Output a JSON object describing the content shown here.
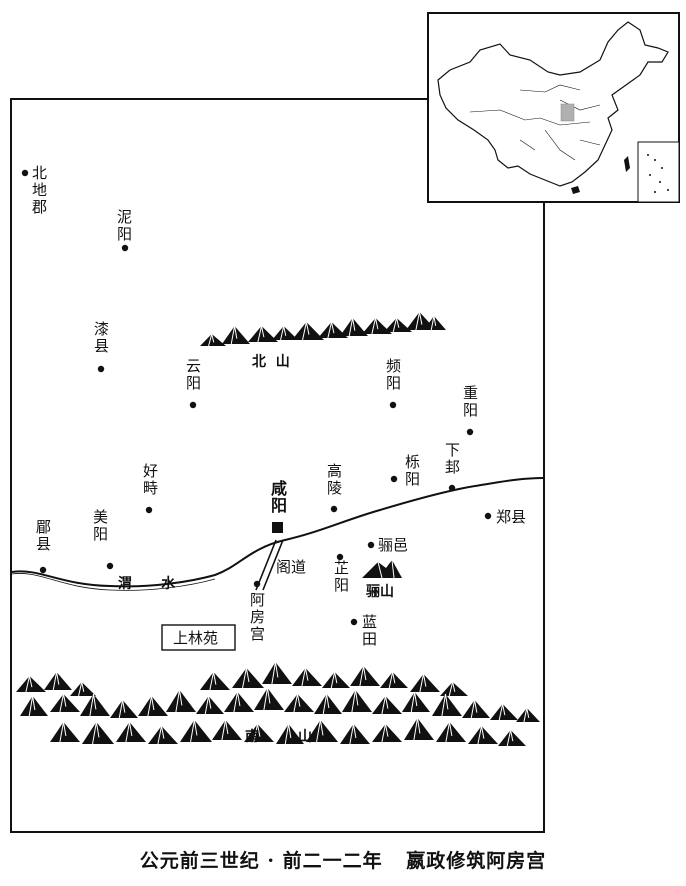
{
  "places": {
    "beidijun": "北地郡",
    "niyang": "泥阳",
    "qixian": "漆县",
    "yunyang": "云阳",
    "pinyang": "频阳",
    "chongyang": "重阳",
    "haozhi": "好畤",
    "xianyang": "咸阳",
    "gaoling": "高陵",
    "yueyang": "栎阳",
    "xiagui": "下邽",
    "zhengxian": "郑县",
    "meixian": "郿县",
    "meiyang": "美阳",
    "liyi": "骊邑",
    "zhiyang": "芷阳",
    "lantian": "蓝田",
    "epanggong": "阿房宫"
  },
  "features": {
    "beishan": "北  山",
    "nanshan": "南        山",
    "lishan": "骊山",
    "weishui": "渭      水",
    "gedao": "阁道",
    "shanglinyuan": "上林苑"
  },
  "caption": {
    "era": "公元前三世纪 · 前二一二年",
    "title": "嬴政修筑阿房宫"
  },
  "colors": {
    "ink": "#111111",
    "highlight": "#b0b0b0",
    "paper": "#ffffff"
  },
  "icons": [
    "mountain-icon",
    "capital-square-icon",
    "settlement-dot-icon",
    "inset-map-china"
  ]
}
